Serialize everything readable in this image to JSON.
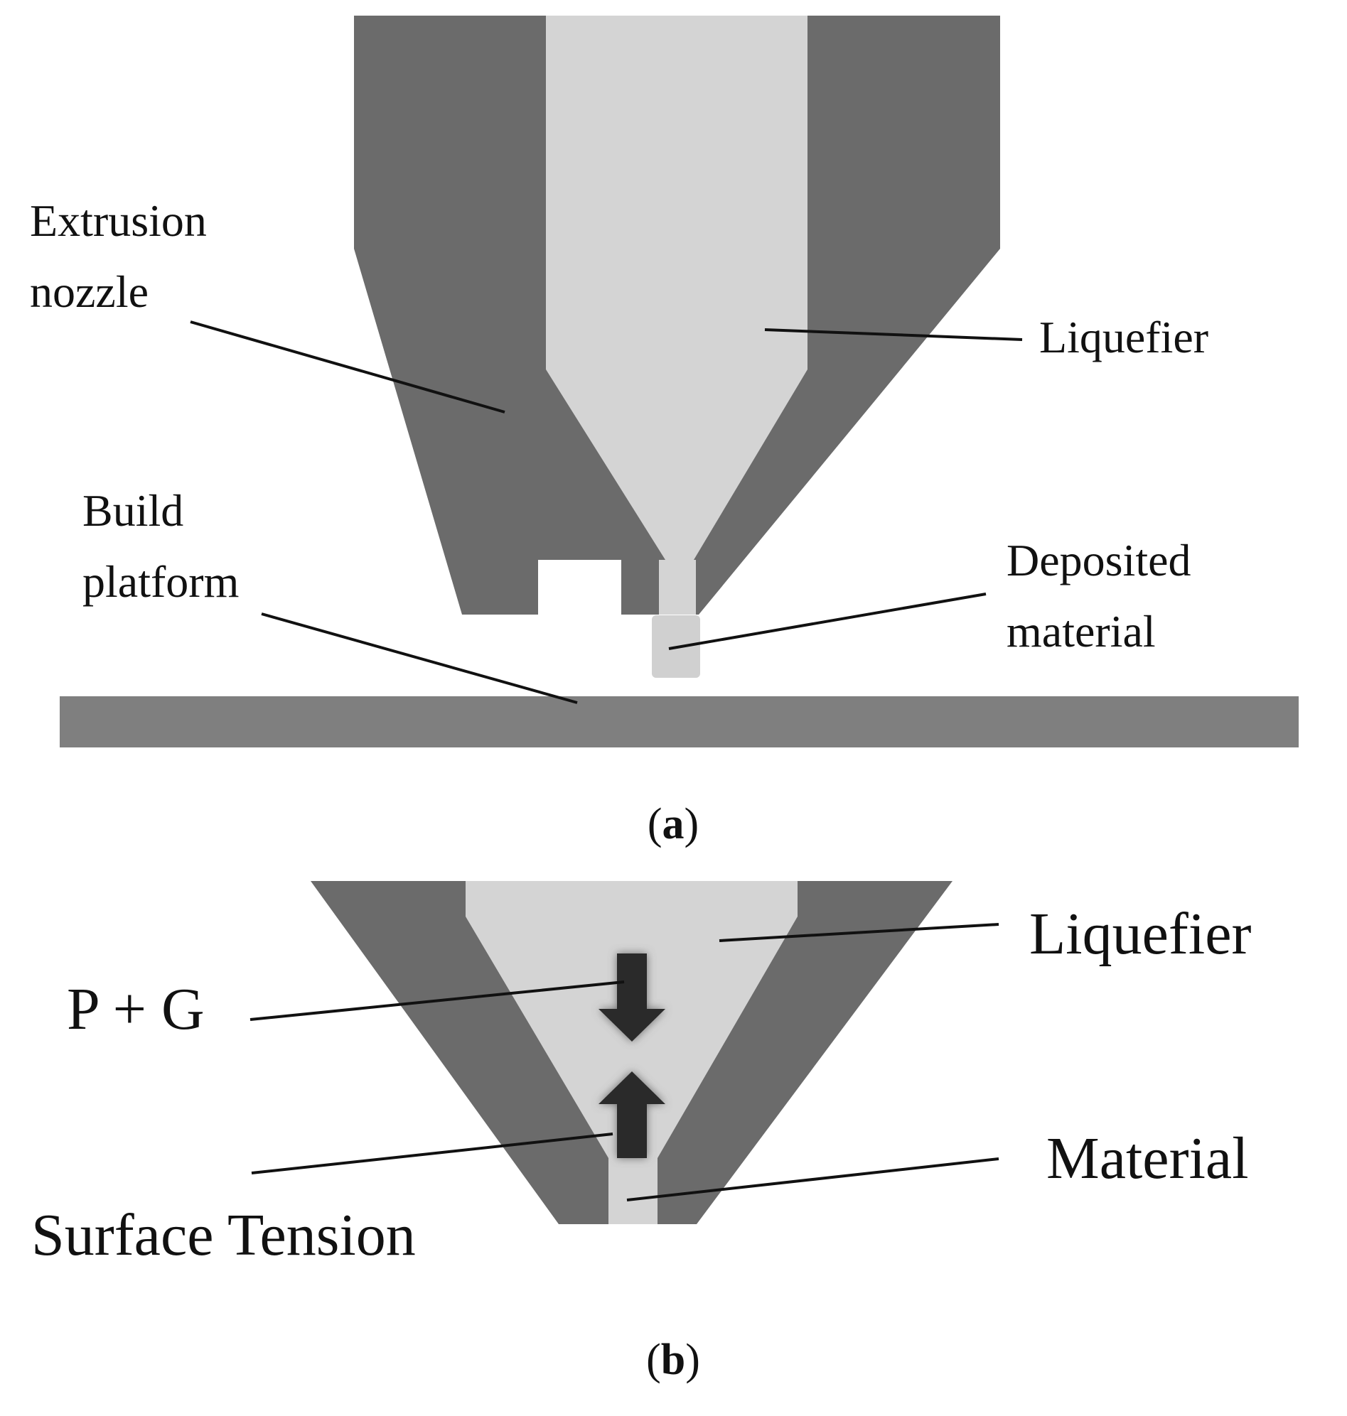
{
  "colors": {
    "nozzle": "#6b6b6b",
    "liquefier": "#d4d4d4",
    "platform": "#7f7f7f",
    "deposited": "#d0d0d0",
    "arrow": "#2a2a2a",
    "text": "#111111"
  },
  "panel_a": {
    "labels": {
      "extrusion_nozzle_line1": "Extrusion",
      "extrusion_nozzle_line2": "nozzle",
      "liquefier": "Liquefier",
      "build_platform_line1": "Build",
      "build_platform_line2": "platform",
      "deposited_material_line1": "Deposited",
      "deposited_material_line2": "material"
    },
    "caption": {
      "open": "(",
      "letter": "a",
      "close": ")"
    }
  },
  "panel_b": {
    "labels": {
      "liquefier": "Liquefier",
      "p_plus_g": "P + G",
      "material": "Material",
      "surface_tension": "Surface Tension"
    },
    "arrows": [
      {
        "name": "pressure-gravity-arrow",
        "direction": "down"
      },
      {
        "name": "surface-tension-arrow",
        "direction": "up"
      }
    ],
    "caption": {
      "open": "(",
      "letter": "b",
      "close": ")"
    }
  }
}
